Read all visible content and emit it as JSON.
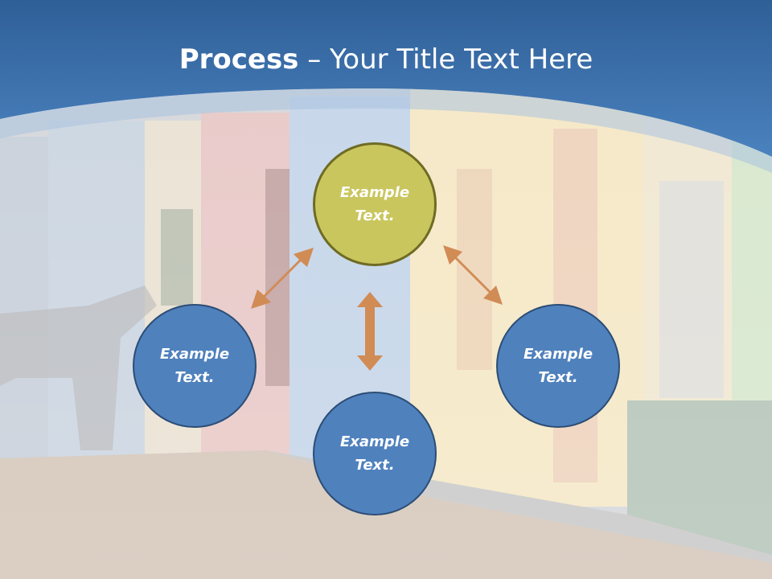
{
  "title": {
    "bold": "Process",
    "rest": " – Your Title Text Here"
  },
  "nodes": {
    "top": "Example Text.",
    "left": "Example Text.",
    "bottom": "Example Text.",
    "right": "Example Text."
  },
  "colors": {
    "header_blue": "#3e72b0",
    "node_blue": "#4f81bd",
    "node_olive": "#c9c65e",
    "arrow": "#d18b55"
  }
}
